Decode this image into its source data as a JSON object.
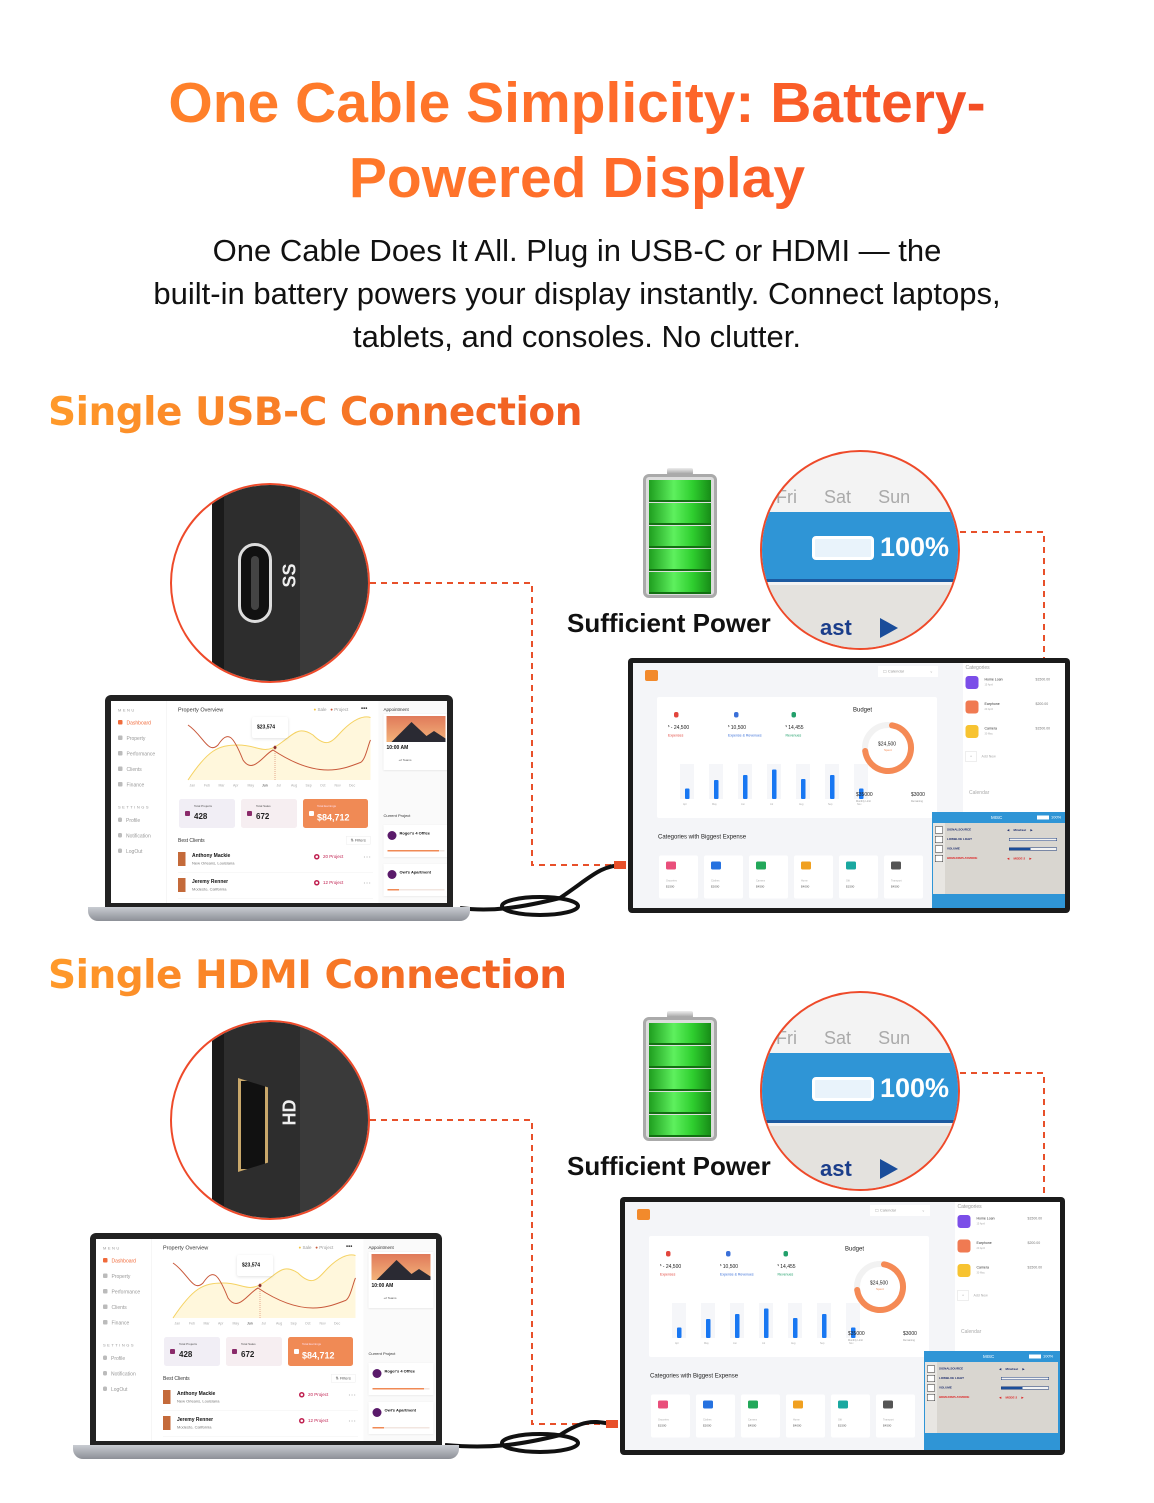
{
  "title": {
    "line1_a": "One Cable Simplicity: ",
    "line1_b": "Battery-",
    "line2": "Powered Display"
  },
  "subtitle": [
    "One Cable Does It All. Plug in USB-C or HDMI — the",
    "built-in battery powers your display instantly. Connect laptops,",
    "tablets, and consoles. No clutter."
  ],
  "colors": {
    "orange": "#ff7a2a",
    "red": "#ee3f22",
    "dash": "#e8502a",
    "osd_blue": "#2f95d6",
    "battery_green": "#3ad43a"
  },
  "sections": [
    {
      "heading": "Single USB-C Connection",
      "port_label": "SS",
      "port_type": "usb-c",
      "power_label": "Sufficient Power"
    },
    {
      "heading": "Single HDMI Connection",
      "port_label": "HD",
      "port_type": "hdmi",
      "power_label": "Sufficient Power"
    }
  ],
  "zoom_callout": {
    "days": [
      "Fri",
      "Sat",
      "Sun"
    ],
    "battery_percent": "100%",
    "partial_text": "ast"
  },
  "laptop_screen": {
    "menu_heading": "MENU",
    "menu": [
      "Dashboard",
      "Property",
      "Performance",
      "Clients",
      "Finance"
    ],
    "settings_heading": "SETTINGS",
    "settings": [
      "Profile",
      "Notification",
      "LogOut"
    ],
    "overview_title": "Property Overview",
    "legend": [
      "Sale",
      "Project"
    ],
    "months": [
      "Jan",
      "Feb",
      "Mar",
      "Apr",
      "May",
      "Jun",
      "Jul",
      "Aug",
      "Sep",
      "Oct",
      "Nov",
      "Dec"
    ],
    "tooltip_value": "$23,574",
    "stats": [
      {
        "label": "Total Projects",
        "value": "428"
      },
      {
        "label": "Total Sales",
        "value": "672"
      },
      {
        "label": "Total Earnings",
        "value": "$84,712"
      }
    ],
    "clients_title": "Best Clients",
    "filters": "Filters",
    "clients": [
      {
        "name": "Anthony Mackie",
        "location": "New Orleans, Louisiana",
        "projects": "20 Project"
      },
      {
        "name": "Jeremy Renner",
        "location": "Modesto, California",
        "projects": "12 Project"
      }
    ],
    "appointment_title": "Appointment",
    "appointment_time": "10:00 AM",
    "appointment_teams": "+2 Teams",
    "current_project_title": "Current Project",
    "projects": [
      {
        "name": "Roger's 4 Office",
        "progress": 0.9
      },
      {
        "name": "Owl's Apartment",
        "progress": 0.2
      }
    ]
  },
  "monitor_screen": {
    "calendar_dropdown": "Calendar",
    "stats": [
      {
        "value": "- 24,500",
        "label": "Expenses",
        "color": "#e2453c"
      },
      {
        "value": "10,500",
        "label": "Expense & Revenues",
        "color": "#3a6fd8"
      },
      {
        "value": "14,455",
        "label": "Revenues",
        "color": "#22a06b"
      }
    ],
    "bar_months": [
      "Apr",
      "May",
      "Jun",
      "Jul",
      "Aug",
      "Sep",
      "Nov"
    ],
    "bar_values": [
      30,
      55,
      68,
      85,
      57,
      68,
      30
    ],
    "budget_title": "Budget",
    "budget_spent": "$24,500",
    "budget_spent_label": "Spent",
    "budget_fraction": 0.7,
    "monthly_limit": "$35000",
    "monthly_limit_label": "Monthly Limit",
    "remaining": "$3000",
    "remaining_label": "Remaining",
    "biggest_title": "Categories with Biggest Expense",
    "tiles": [
      {
        "label": "Groceries",
        "amount": "$1500",
        "color": "#e94f7b"
      },
      {
        "label": "Clothes",
        "amount": "$2000",
        "color": "#2672e0"
      },
      {
        "label": "Camera",
        "amount": "$4500",
        "color": "#23a85a"
      },
      {
        "label": "Home",
        "amount": "$4000",
        "color": "#f0a020"
      },
      {
        "label": "Gift",
        "amount": "$1500",
        "color": "#1aa8a0"
      },
      {
        "label": "Transport",
        "amount": "$4500",
        "color": "#555555"
      }
    ],
    "categories_title": "Categories",
    "categories": [
      {
        "name": "Home Loan",
        "date": "15 April",
        "amount": "$1500.00",
        "color": "#7b4ee8"
      },
      {
        "name": "Earphone",
        "date": "20 April",
        "amount": "$200.00",
        "color": "#f07a52"
      },
      {
        "name": "Camera",
        "date": "30 May",
        "amount": "$1500.00",
        "color": "#f7c331"
      }
    ],
    "add_new": "Add New",
    "calendar_title": "Calendar",
    "osd": {
      "title": "MISC",
      "battery": "100%",
      "rows": [
        {
          "label": "SIGNALSOURCE",
          "value": "MiraCast"
        },
        {
          "label": "LOWBLUE LIGHT",
          "level": 0
        },
        {
          "label": "VOLUME",
          "level": 0.45
        },
        {
          "label": "HDMI-DISPLAYMODE",
          "value": "MODE-2"
        }
      ]
    }
  }
}
